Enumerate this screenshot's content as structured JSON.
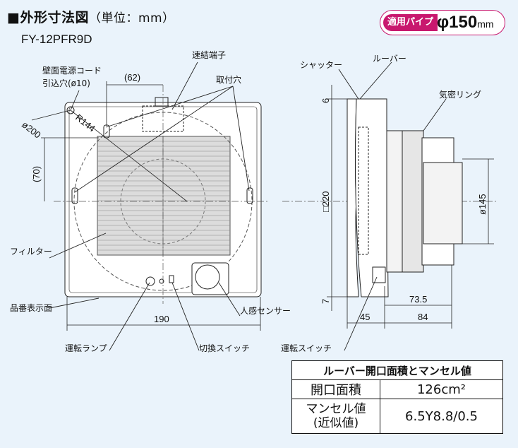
{
  "header": {
    "title": "■外形寸法図",
    "unit_note": "（単位：mm）"
  },
  "model": "FY-12PFR9D",
  "pipe": {
    "tag": "適用パイプ",
    "value": "φ150",
    "unit": "mm"
  },
  "labels": {
    "wall_cord": "壁面電源コード",
    "wall_cord_hole": "引込穴(ø10)",
    "quick_terminal": "速結端子",
    "mount_hole": "取付穴",
    "filter": "フィルター",
    "product_label": "品番表示面",
    "human_sensor": "人感センサー",
    "run_lamp": "運転ランプ",
    "switch_select": "切換スイッチ",
    "run_switch": "運転スイッチ",
    "shutter": "シャッター",
    "louver": "ルーバー",
    "airtight_ring": "気密リング"
  },
  "dims": {
    "d62": "(62)",
    "d200": "ø200",
    "r144": "R144",
    "d70": "(70)",
    "d190": "190",
    "d6": "6",
    "d220": "□220",
    "d145": "ø145",
    "d7": "7",
    "d73_5": "73.5",
    "d45": "45",
    "d84": "84"
  },
  "table": {
    "title": "ルーバー開口面積とマンセル値",
    "rows": [
      {
        "key": "開口面積",
        "value": "126cm²"
      },
      {
        "key_line1": "マンセル値",
        "key_line2": "(近似値)",
        "value": "6.5Y8.8/0.5"
      }
    ]
  }
}
